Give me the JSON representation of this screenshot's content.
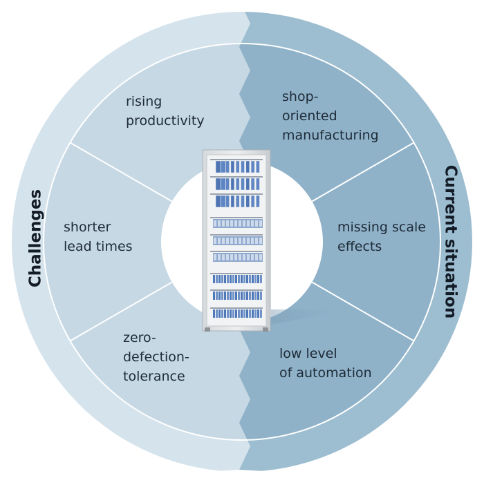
{
  "diagram": {
    "left_title": "Challenges",
    "right_title": "Current situation",
    "left_items": [
      [
        "rising",
        "productivity"
      ],
      [
        "shorter",
        "lead times"
      ],
      [
        "zero-",
        "defection-",
        "tolerance"
      ]
    ],
    "right_items": [
      [
        "shop-",
        "oriented",
        "manufacturing"
      ],
      [
        "missing scale",
        "effects"
      ],
      [
        "low level",
        "of automation"
      ]
    ],
    "center_image": "control-cabinet",
    "colors": {
      "left_outer": "#d5e3ec",
      "left_inner": "#c5d8e4",
      "right_outer": "#9dbdd0",
      "right_inner": "#8fb2c9",
      "divider": "#ffffff",
      "text": "#1e2a36",
      "module": "#5f86c2"
    }
  }
}
